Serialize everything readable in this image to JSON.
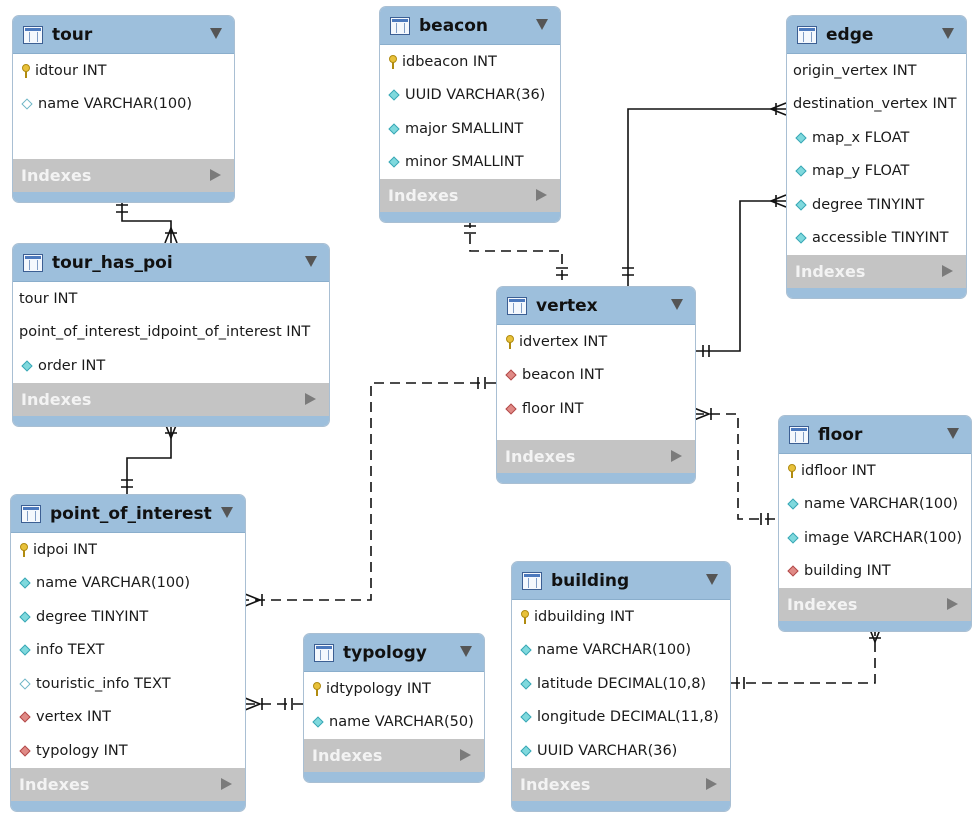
{
  "diagram": {
    "indexes_label": "Indexes",
    "tables": {
      "tour": {
        "name": "tour",
        "columns": [
          {
            "text": "idtour INT",
            "icon": "key-icon"
          },
          {
            "text": "name VARCHAR(100)",
            "icon": "nullable-column-icon"
          }
        ]
      },
      "tour_has_poi": {
        "name": "tour_has_poi",
        "columns": [
          {
            "text": "tour INT",
            "icon": "none"
          },
          {
            "text": "point_of_interest_idpoint_of_interest INT",
            "icon": "none"
          },
          {
            "text": "order INT",
            "icon": "column-icon"
          }
        ]
      },
      "point_of_interest": {
        "name": "point_of_interest",
        "columns": [
          {
            "text": "idpoi INT",
            "icon": "key-icon"
          },
          {
            "text": "name VARCHAR(100)",
            "icon": "column-icon"
          },
          {
            "text": "degree TINYINT",
            "icon": "column-icon"
          },
          {
            "text": "info TEXT",
            "icon": "column-icon"
          },
          {
            "text": "touristic_info TEXT",
            "icon": "nullable-column-icon"
          },
          {
            "text": "vertex INT",
            "icon": "foreign-key-icon"
          },
          {
            "text": "typology INT",
            "icon": "foreign-key-icon"
          }
        ]
      },
      "beacon": {
        "name": "beacon",
        "columns": [
          {
            "text": "idbeacon INT",
            "icon": "key-icon"
          },
          {
            "text": "UUID VARCHAR(36)",
            "icon": "column-icon"
          },
          {
            "text": "major SMALLINT",
            "icon": "column-icon"
          },
          {
            "text": "minor SMALLINT",
            "icon": "column-icon"
          }
        ]
      },
      "vertex": {
        "name": "vertex",
        "columns": [
          {
            "text": "idvertex INT",
            "icon": "key-icon"
          },
          {
            "text": "beacon INT",
            "icon": "foreign-key-icon"
          },
          {
            "text": "floor INT",
            "icon": "foreign-key-icon"
          }
        ]
      },
      "typology": {
        "name": "typology",
        "columns": [
          {
            "text": "idtypology INT",
            "icon": "key-icon"
          },
          {
            "text": "name VARCHAR(50)",
            "icon": "column-icon"
          }
        ]
      },
      "building": {
        "name": "building",
        "columns": [
          {
            "text": "idbuilding INT",
            "icon": "key-icon"
          },
          {
            "text": "name VARCHAR(100)",
            "icon": "column-icon"
          },
          {
            "text": "latitude DECIMAL(10,8)",
            "icon": "column-icon"
          },
          {
            "text": "longitude DECIMAL(11,8)",
            "icon": "column-icon"
          },
          {
            "text": "UUID VARCHAR(36)",
            "icon": "column-icon"
          }
        ]
      },
      "edge": {
        "name": "edge",
        "columns": [
          {
            "text": "origin_vertex INT",
            "icon": "none"
          },
          {
            "text": "destination_vertex INT",
            "icon": "none"
          },
          {
            "text": "map_x FLOAT",
            "icon": "column-icon"
          },
          {
            "text": "map_y FLOAT",
            "icon": "column-icon"
          },
          {
            "text": "degree TINYINT",
            "icon": "column-icon"
          },
          {
            "text": "accessible TINYINT",
            "icon": "column-icon"
          }
        ]
      },
      "floor": {
        "name": "floor",
        "columns": [
          {
            "text": "idfloor INT",
            "icon": "key-icon"
          },
          {
            "text": "name VARCHAR(100)",
            "icon": "column-icon"
          },
          {
            "text": "image VARCHAR(100)",
            "icon": "column-icon"
          },
          {
            "text": "building INT",
            "icon": "foreign-key-icon"
          }
        ]
      }
    }
  },
  "colors": {
    "header": "#9dbfdc",
    "footer": "#c4c4c4",
    "identifying_line": "#000000",
    "non_identifying_line": "#000000"
  }
}
